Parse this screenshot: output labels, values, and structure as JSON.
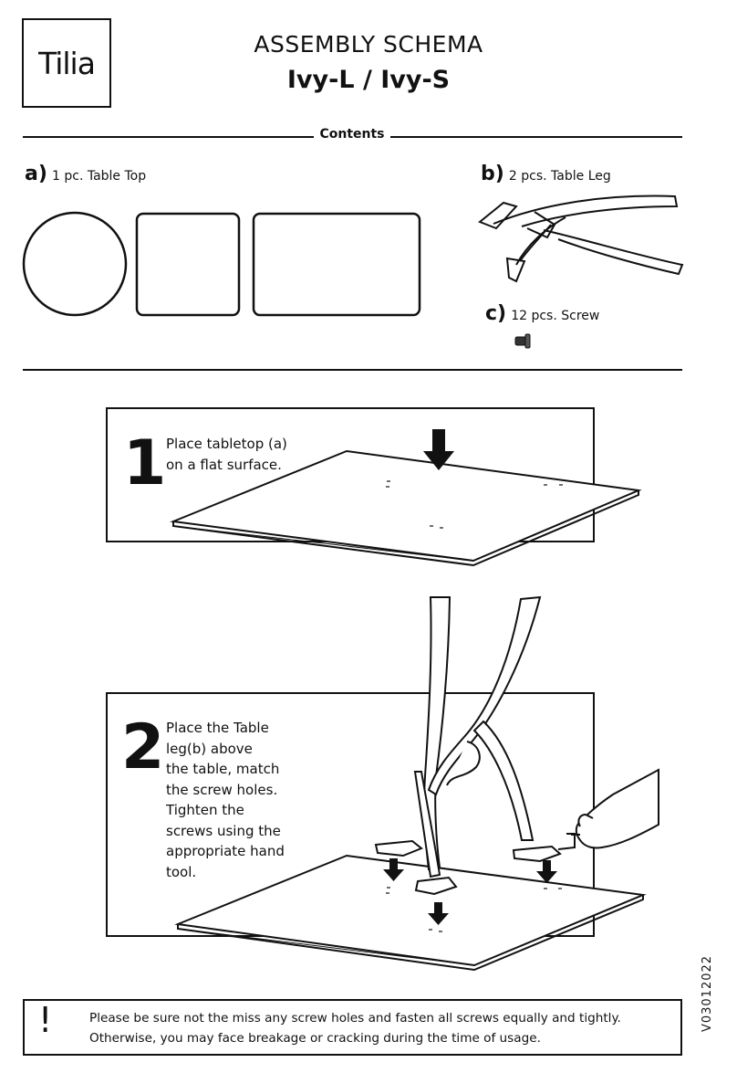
{
  "header": {
    "logo_text": "Tilia",
    "title": "ASSEMBLY SCHEMA",
    "subtitle": "Ivy-L / Ivy-S"
  },
  "contents": {
    "label": "Contents",
    "parts": [
      {
        "letter": "a)",
        "text": "1 pc. Table Top"
      },
      {
        "letter": "b)",
        "text": "2 pcs. Table Leg"
      },
      {
        "letter": "c)",
        "text": "12 pcs. Screw"
      }
    ]
  },
  "steps": [
    {
      "number": "1",
      "lines": [
        "Place tabletop (a)",
        "on a flat surface."
      ]
    },
    {
      "number": "2",
      "lines": [
        "Place the Table",
        "leg(b) above",
        "the table, match",
        "the screw holes.",
        "Tighten the",
        "screws using the",
        "appropriate hand",
        "tool."
      ]
    }
  ],
  "warning": {
    "mark": "!",
    "lines": [
      "Please be sure not the miss any screw holes and fasten all screws equally and tightly.",
      "Otherwise, you may face breakage or cracking during the time of usage."
    ]
  },
  "version": "V03012022"
}
